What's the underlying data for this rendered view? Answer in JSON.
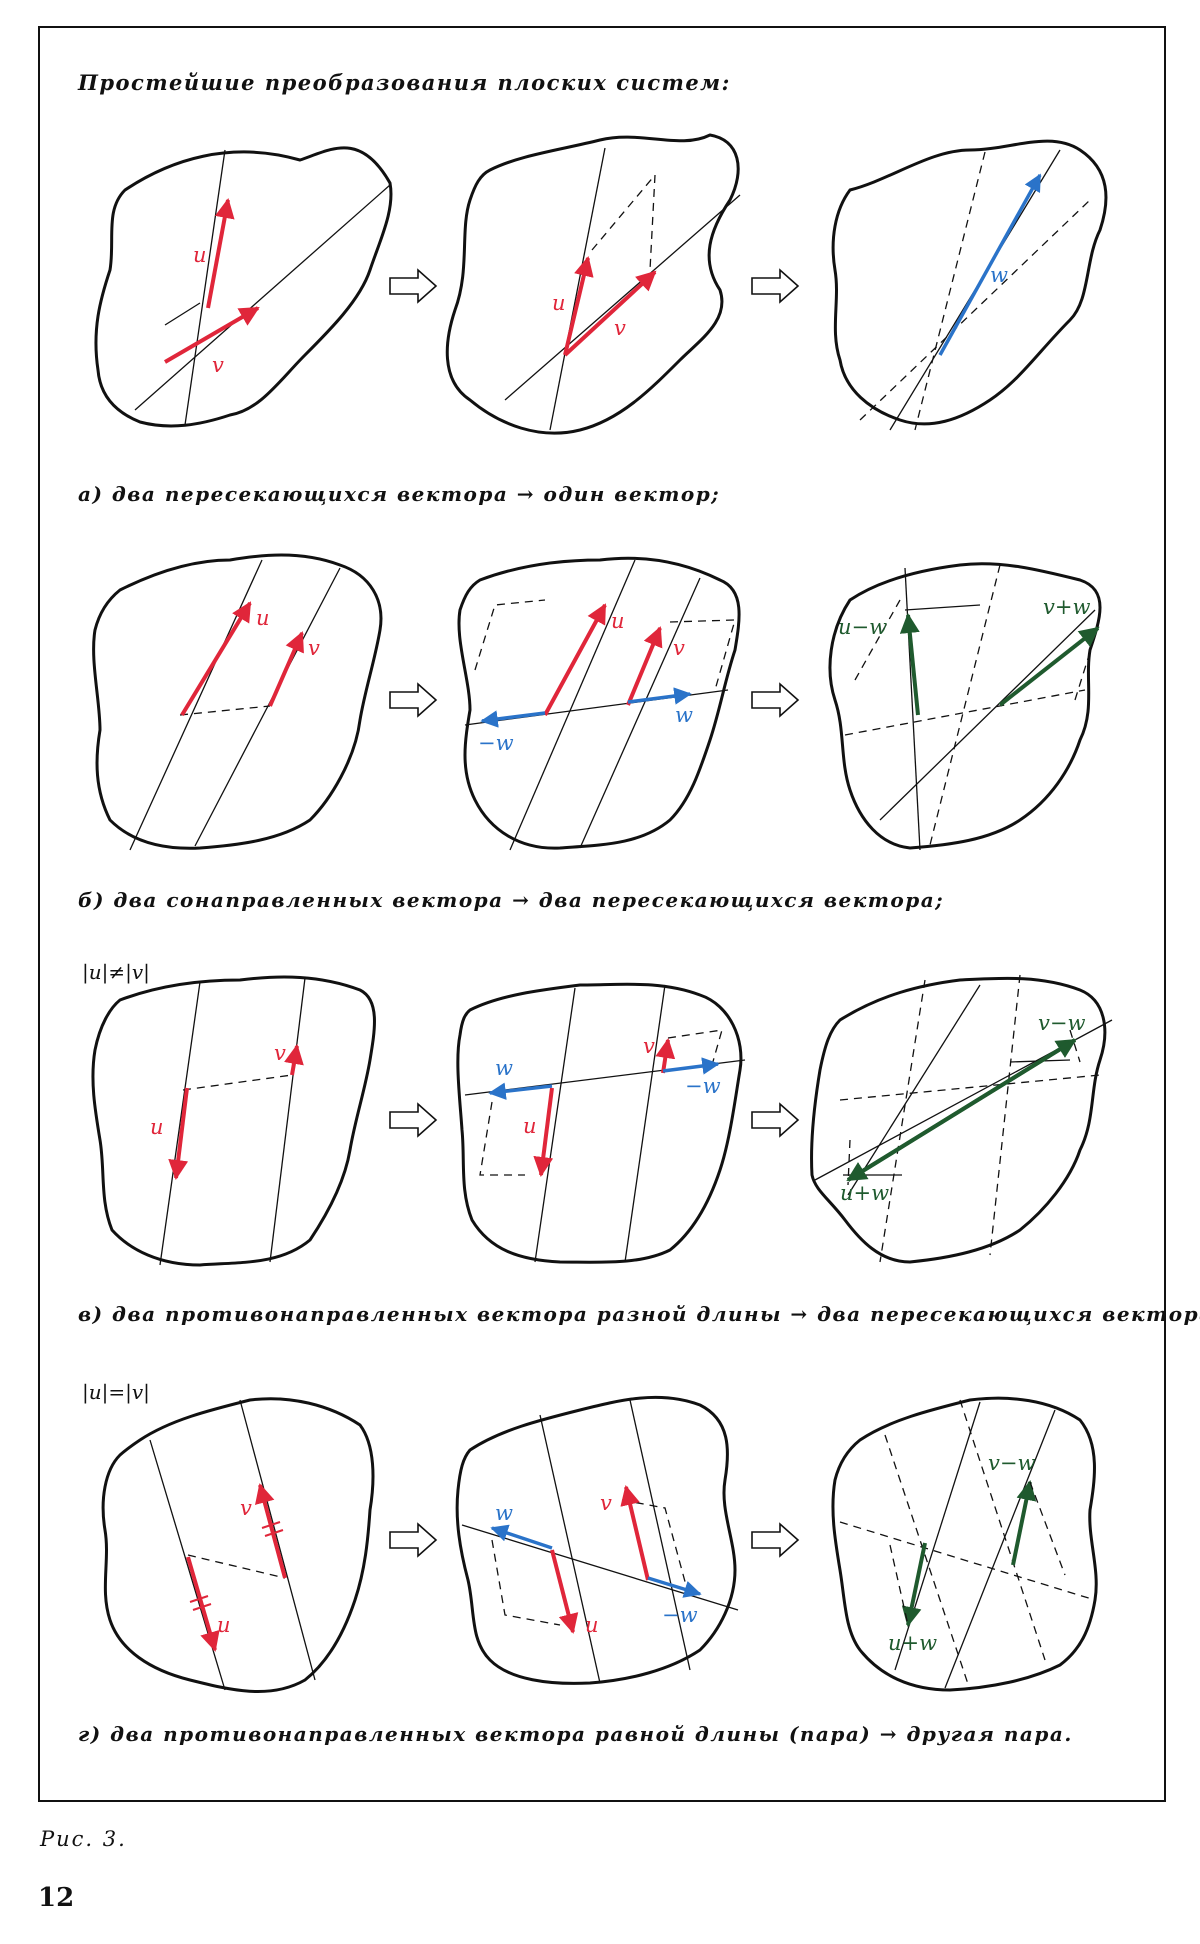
{
  "title": "Простейшие преобразования плоских систем:",
  "conditions": {
    "c": "|u|≠|v|",
    "d": "|u|=|v|"
  },
  "captions": {
    "a": "а) два пересекающихся вектора → один вектор;",
    "b": "б) два сонаправленных вектора → два пересекающихся вектора;",
    "c": "в) два противонаправленных вектора разной длины → два пересекающихся вектора;",
    "d": "г) два противонаправленных вектора равной длины (пара) → другая пара."
  },
  "vector_labels": {
    "u": "u",
    "v": "v",
    "w": "w",
    "neg_w": "−w",
    "u_minus_w": "u−w",
    "v_plus_w": "v+w",
    "v_minus_w": "v−w",
    "u_plus_w": "u+w"
  },
  "colors": {
    "red": "#e0263a",
    "blue": "#2a73c9",
    "green": "#1f5a2e",
    "ink": "#111111"
  },
  "figure_label": "Рис. 3.",
  "page_number": "12"
}
